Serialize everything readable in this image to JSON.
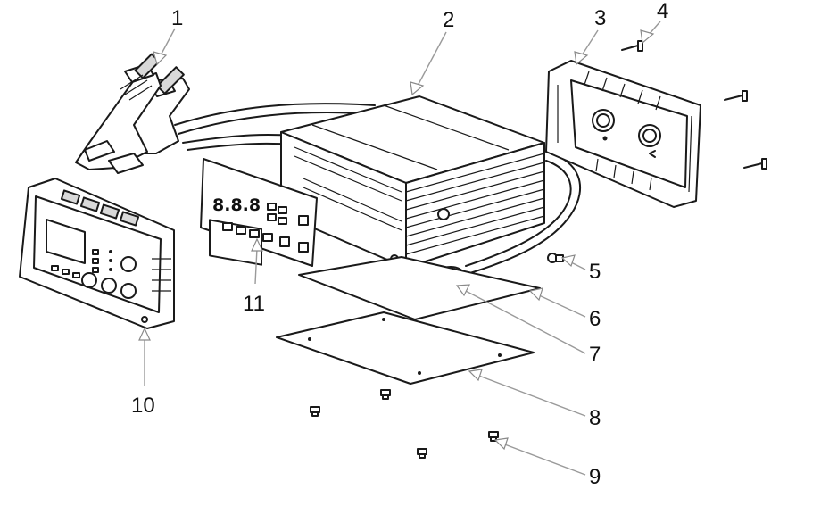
{
  "diagram": {
    "callouts": [
      {
        "id": "1",
        "label": "1"
      },
      {
        "id": "2",
        "label": "2"
      },
      {
        "id": "3",
        "label": "3"
      },
      {
        "id": "4",
        "label": "4"
      },
      {
        "id": "5",
        "label": "5"
      },
      {
        "id": "6",
        "label": "6"
      },
      {
        "id": "7",
        "label": "7"
      },
      {
        "id": "8",
        "label": "8"
      },
      {
        "id": "9",
        "label": "9"
      },
      {
        "id": "10",
        "label": "10"
      },
      {
        "id": "11",
        "label": "11"
      }
    ],
    "display_digits": "8.8.8"
  }
}
